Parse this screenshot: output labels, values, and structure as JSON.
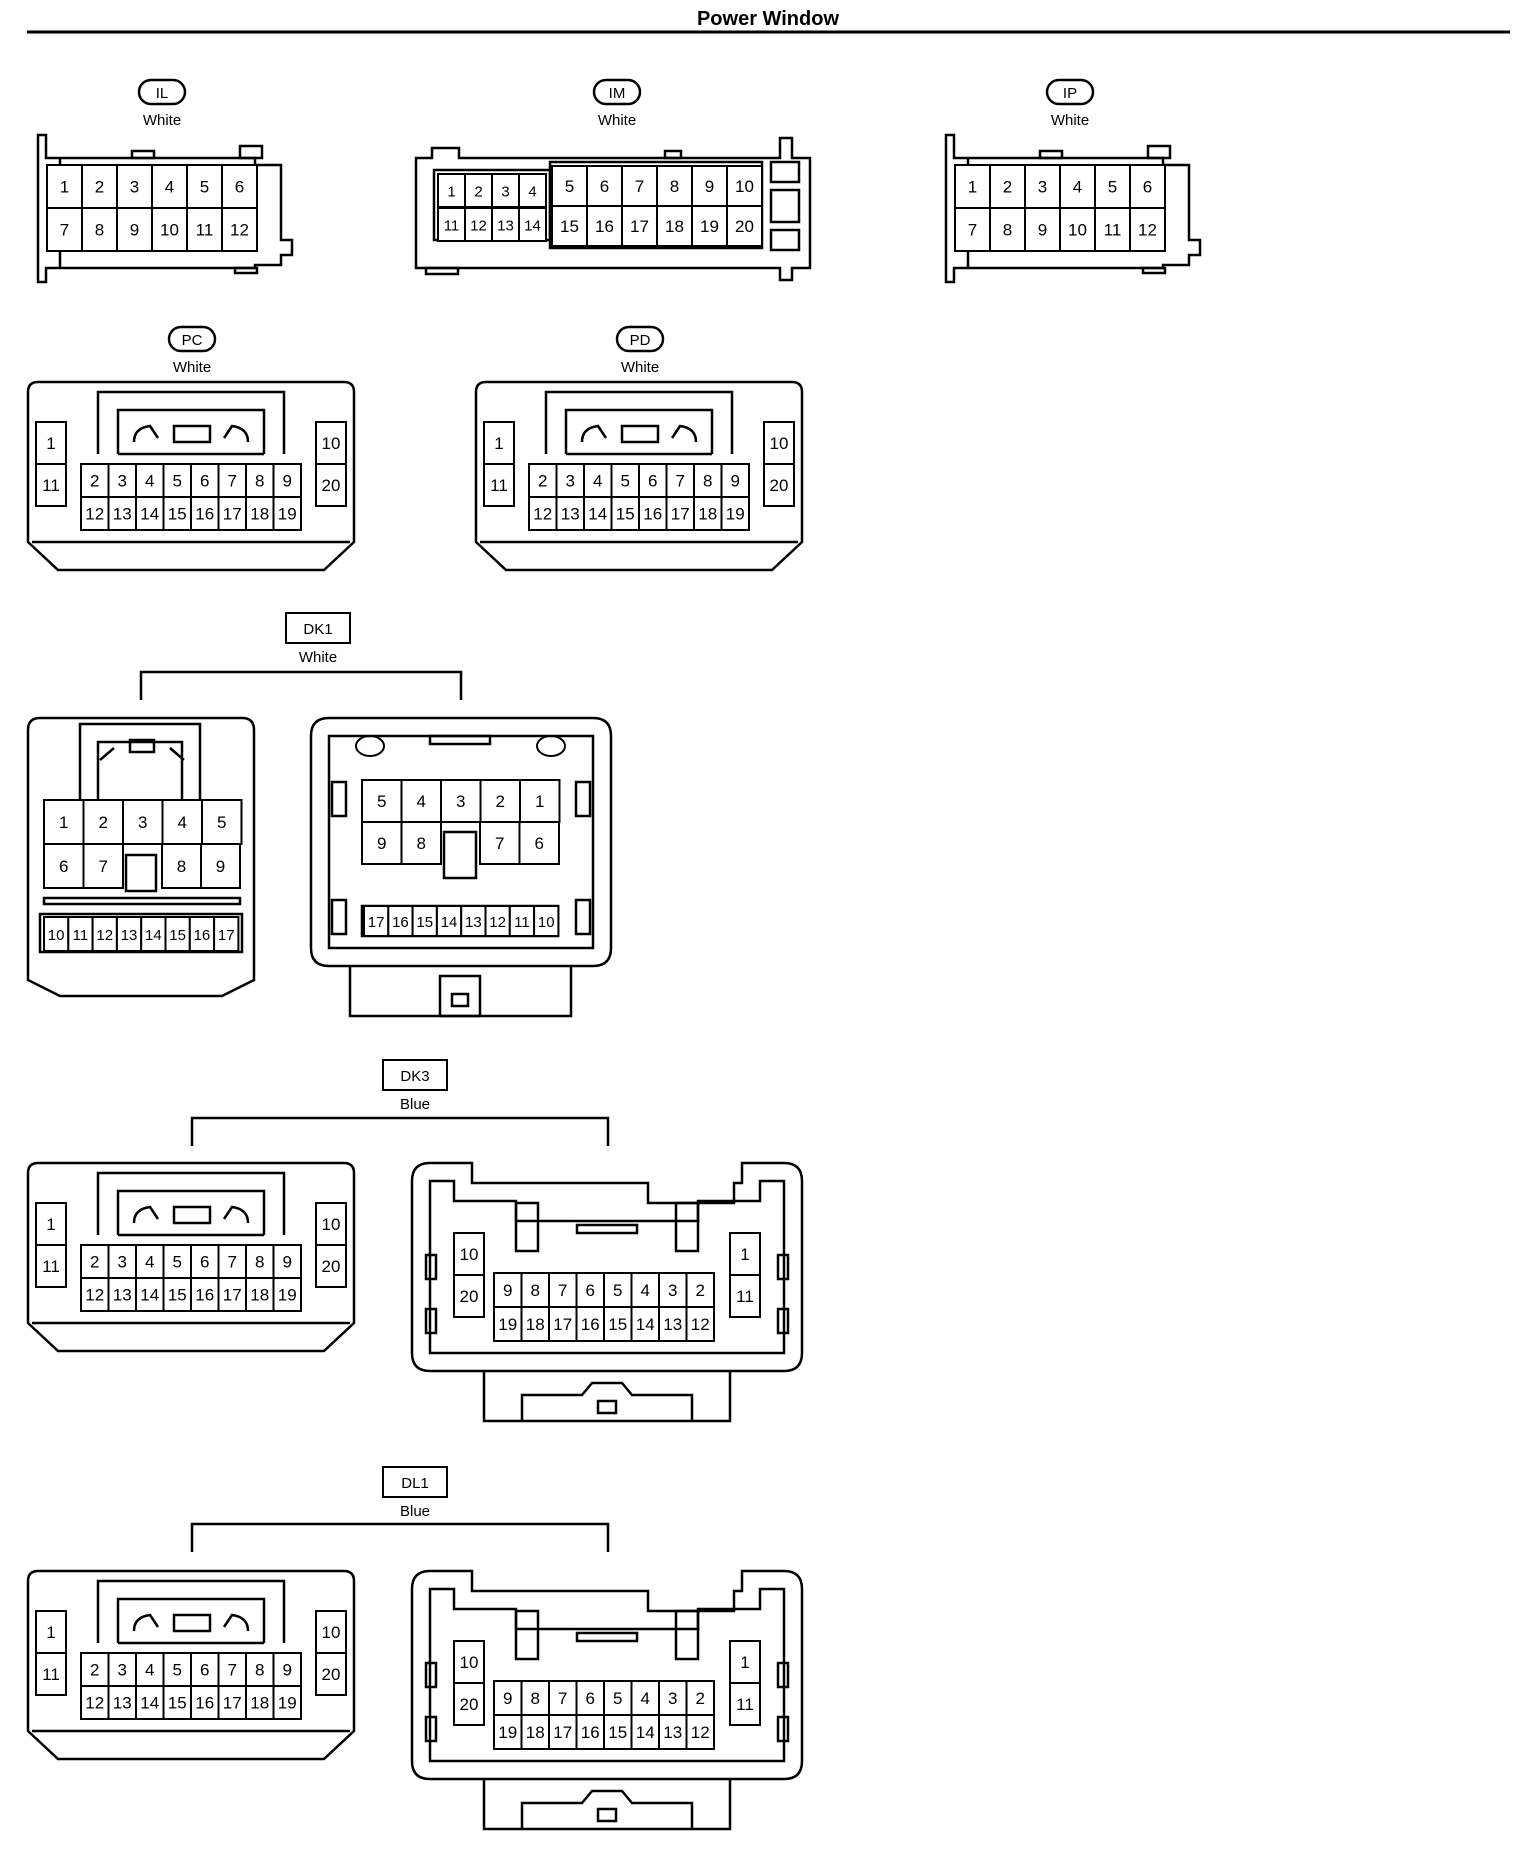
{
  "page": {
    "title": "Power Window"
  },
  "connectors": {
    "il": {
      "code": "IL",
      "color": "White"
    },
    "im": {
      "code": "IM",
      "color": "White"
    },
    "ip": {
      "code": "IP",
      "color": "White"
    },
    "pc": {
      "code": "PC",
      "color": "White"
    },
    "pd": {
      "code": "PD",
      "color": "White"
    },
    "dk1": {
      "code": "DK1",
      "color": "White"
    },
    "dk3": {
      "code": "DK3",
      "color": "Blue"
    },
    "dl1": {
      "code": "DL1",
      "color": "Blue"
    }
  }
}
